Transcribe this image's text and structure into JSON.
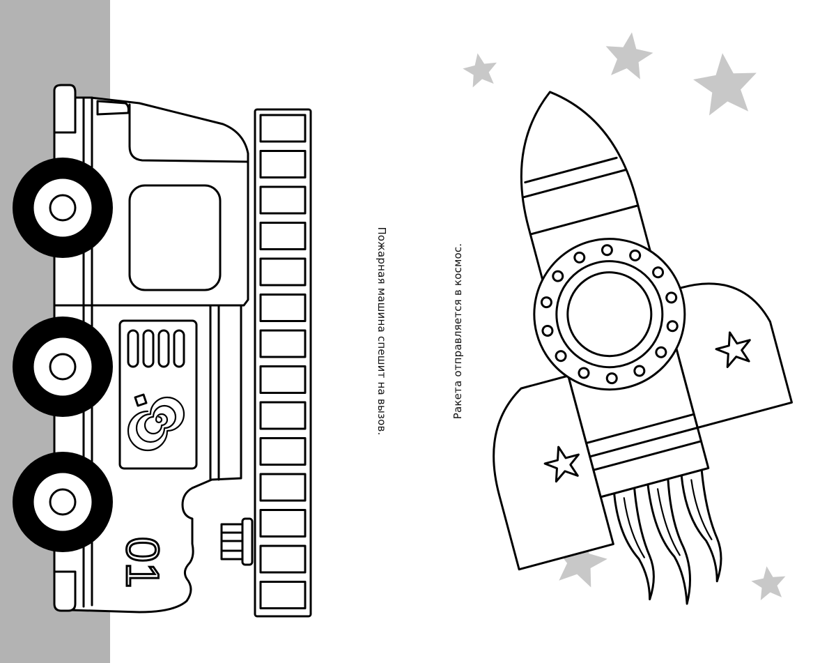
{
  "captions": {
    "fire_truck": "Пожарная машина спешит на вызов.",
    "rocket": "Ракета отправляется в космос."
  },
  "fire_truck": {
    "number_plate": "01"
  },
  "colors": {
    "road": "#b3b3b3",
    "stars": "#c8c8c8",
    "outline": "#000000"
  }
}
